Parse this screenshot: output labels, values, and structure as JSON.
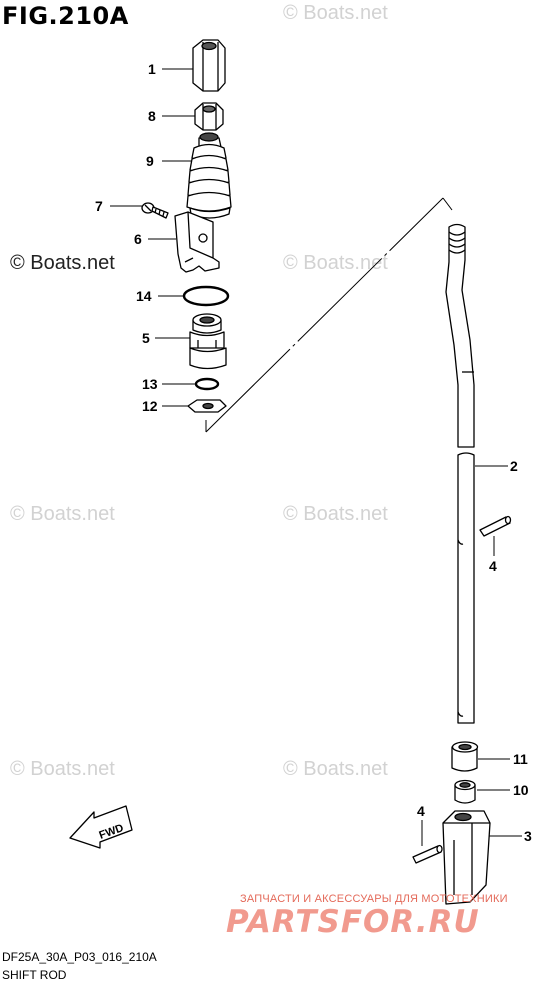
{
  "figure": {
    "title": "FIG.210A",
    "model_code": "DF25A_30A_P03_016_210A",
    "caption": "SHIFT ROD"
  },
  "watermarks": {
    "copyright_text": "© Boats.net"
  },
  "callouts": [
    {
      "label": "1",
      "name": "callout-1"
    },
    {
      "label": "8",
      "name": "callout-8"
    },
    {
      "label": "9",
      "name": "callout-9"
    },
    {
      "label": "7",
      "name": "callout-7"
    },
    {
      "label": "6",
      "name": "callout-6"
    },
    {
      "label": "14",
      "name": "callout-14"
    },
    {
      "label": "5",
      "name": "callout-5"
    },
    {
      "label": "13",
      "name": "callout-13"
    },
    {
      "label": "12",
      "name": "callout-12"
    },
    {
      "label": "2",
      "name": "callout-2"
    },
    {
      "label": "4",
      "name": "callout-4-upper"
    },
    {
      "label": "11",
      "name": "callout-11"
    },
    {
      "label": "10",
      "name": "callout-10"
    },
    {
      "label": "4",
      "name": "callout-4-lower"
    },
    {
      "label": "3",
      "name": "callout-3"
    }
  ],
  "direction_arrow": {
    "label": "FWD"
  },
  "promo": {
    "tagline": "ЗАПЧАСТИ И АКСЕССУАРЫ ДЛЯ МОТОТЕХНИКИ",
    "brand": "PARTSFOR.RU"
  }
}
